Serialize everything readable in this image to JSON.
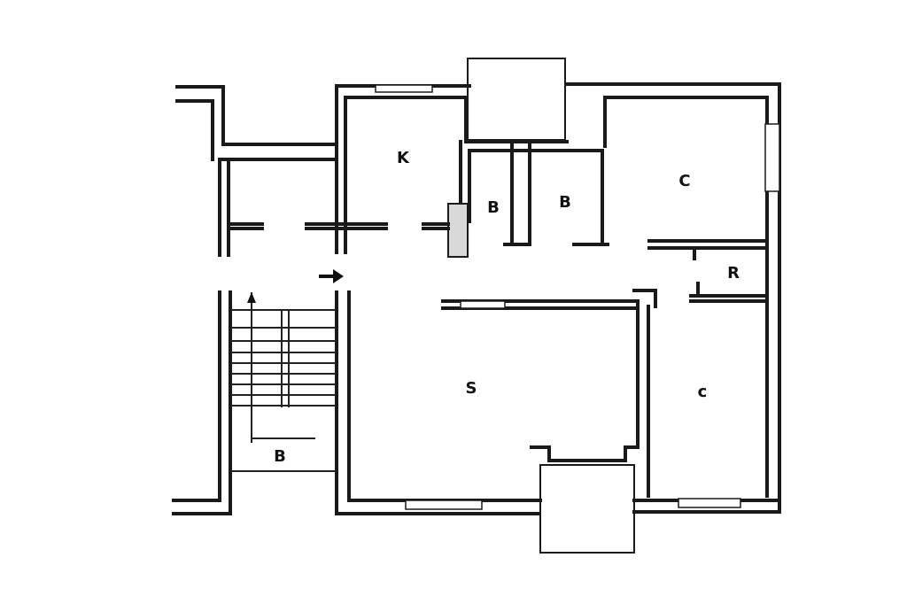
{
  "rooms": {
    "kitchen": "K",
    "bath_left": "B",
    "bath_right": "B",
    "bedroom_top": "C",
    "closet": "R",
    "living": "S",
    "bedroom_bottom": "c",
    "stair_label": "B"
  }
}
